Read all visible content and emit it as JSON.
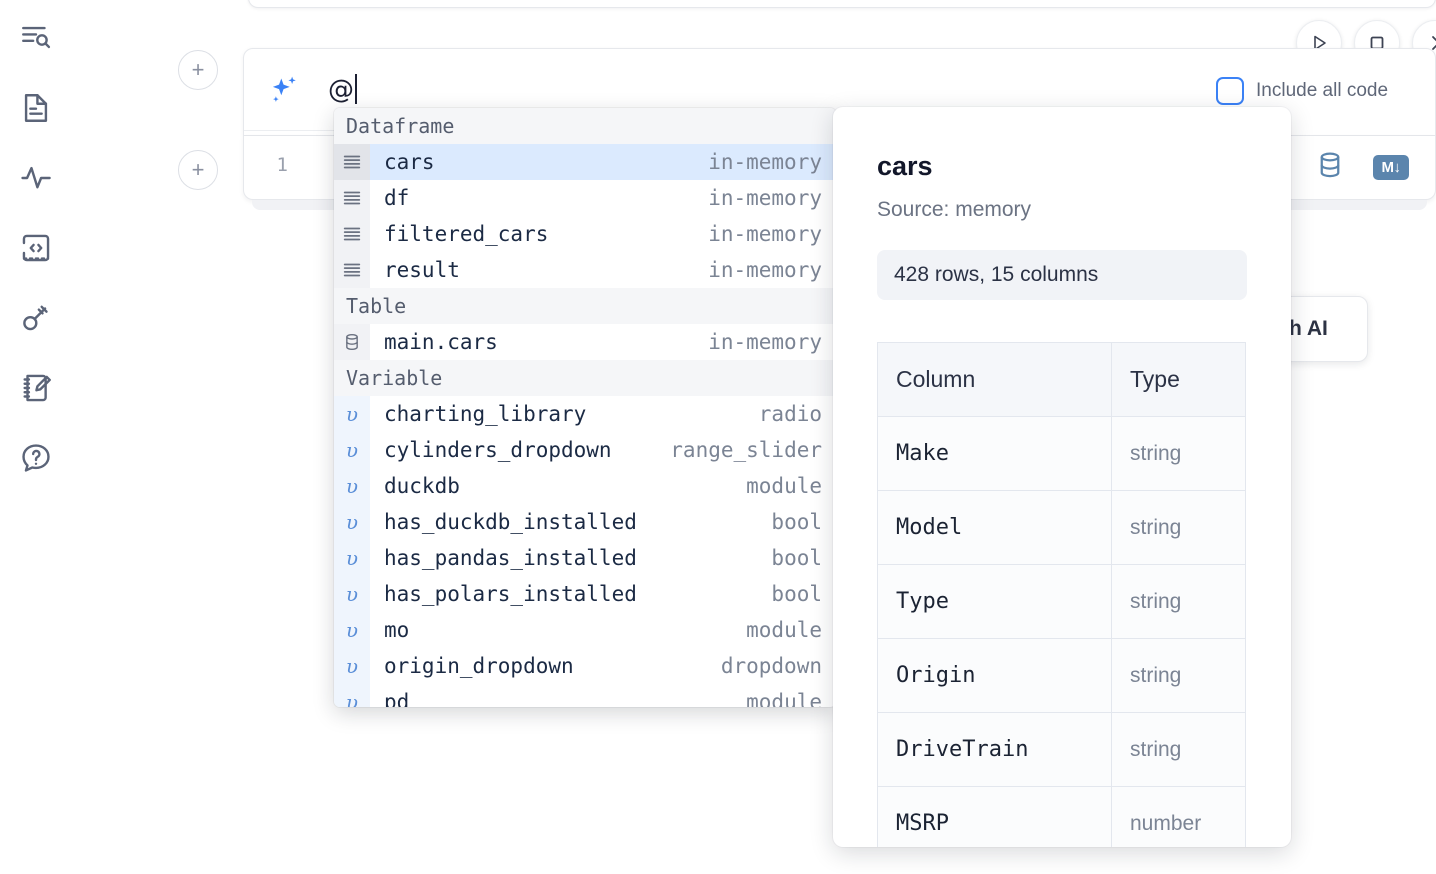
{
  "sidebar": {
    "items": [
      {
        "name": "explore-icon",
        "label": "Explore"
      },
      {
        "name": "notebook-file-icon",
        "label": "File"
      },
      {
        "name": "activity-icon",
        "label": "Activity"
      },
      {
        "name": "snippets-icon",
        "label": "Snippets"
      },
      {
        "name": "secrets-key-icon",
        "label": "Secrets"
      },
      {
        "name": "scratchpad-icon",
        "label": "Scratchpad"
      },
      {
        "name": "help-icon",
        "label": "Help"
      }
    ]
  },
  "toolbar": {
    "run_label": "Run",
    "stop_label": "Stop",
    "more_label": "More"
  },
  "ai_prompt": {
    "value": "@",
    "placeholder": "",
    "sparkle_icon": "sparkle-icon",
    "include_all_code_label": "Include all code",
    "include_all_code_checked": false
  },
  "code_cell": {
    "line_number": "1",
    "database_icon": "database-icon",
    "markdown_icon": "markdown-icon"
  },
  "ai_tooltip": {
    "text": "h AI"
  },
  "add_buttons": {
    "top_label": "+",
    "bottom_label": "+"
  },
  "autocomplete": {
    "sections": [
      {
        "title": "Dataframe",
        "rows": [
          {
            "icon": "dataframe-icon",
            "kind": "df",
            "name": "cars",
            "type": "in-memory",
            "selected": true
          },
          {
            "icon": "dataframe-icon",
            "kind": "df",
            "name": "df",
            "type": "in-memory",
            "selected": false
          },
          {
            "icon": "dataframe-icon",
            "kind": "df",
            "name": "filtered_cars",
            "type": "in-memory",
            "selected": false
          },
          {
            "icon": "dataframe-icon",
            "kind": "df",
            "name": "result",
            "type": "in-memory",
            "selected": false
          }
        ]
      },
      {
        "title": "Table",
        "rows": [
          {
            "icon": "table-database-icon",
            "kind": "table",
            "name": "main.cars",
            "type": "in-memory",
            "selected": false
          }
        ]
      },
      {
        "title": "Variable",
        "rows": [
          {
            "icon": "variable-icon",
            "kind": "var",
            "name": "charting_library",
            "type": "radio",
            "selected": false
          },
          {
            "icon": "variable-icon",
            "kind": "var",
            "name": "cylinders_dropdown",
            "type": "range_slider",
            "selected": false
          },
          {
            "icon": "variable-icon",
            "kind": "var",
            "name": "duckdb",
            "type": "module",
            "selected": false
          },
          {
            "icon": "variable-icon",
            "kind": "var",
            "name": "has_duckdb_installed",
            "type": "bool",
            "selected": false
          },
          {
            "icon": "variable-icon",
            "kind": "var",
            "name": "has_pandas_installed",
            "type": "bool",
            "selected": false
          },
          {
            "icon": "variable-icon",
            "kind": "var",
            "name": "has_polars_installed",
            "type": "bool",
            "selected": false
          },
          {
            "icon": "variable-icon",
            "kind": "var",
            "name": "mo",
            "type": "module",
            "selected": false
          },
          {
            "icon": "variable-icon",
            "kind": "var",
            "name": "origin_dropdown",
            "type": "dropdown",
            "selected": false
          },
          {
            "icon": "variable-icon",
            "kind": "var",
            "name": "pd",
            "type": "module",
            "selected": false
          }
        ]
      }
    ]
  },
  "detail": {
    "title": "cars",
    "source": "Source: memory",
    "stats": "428 rows, 15 columns",
    "columns_header": "Column",
    "type_header": "Type",
    "rows": [
      {
        "column": "Make",
        "type": "string"
      },
      {
        "column": "Model",
        "type": "string"
      },
      {
        "column": "Type",
        "type": "string"
      },
      {
        "column": "Origin",
        "type": "string"
      },
      {
        "column": "DriveTrain",
        "type": "string"
      },
      {
        "column": "MSRP",
        "type": "number"
      }
    ]
  },
  "colors": {
    "accent_blue": "#3b82f6",
    "selection_blue": "#dbeafe",
    "icon_slate": "#5b6478",
    "muted_text": "#7b8494",
    "db_icon": "#5b85ad"
  }
}
